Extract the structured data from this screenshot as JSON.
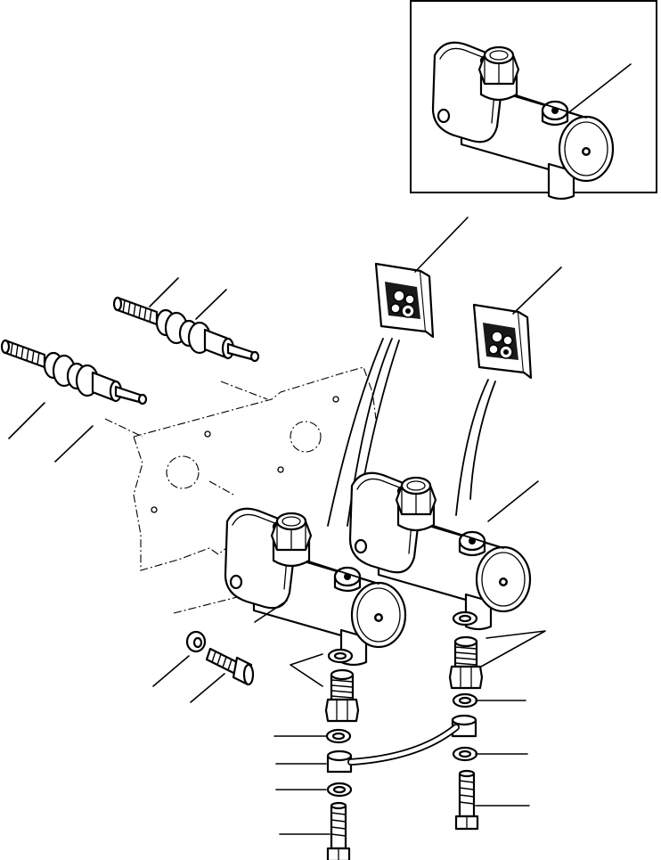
{
  "figure": {
    "kind": "exploded parts diagram",
    "inset_frame": "rectangle",
    "callout_labels": []
  },
  "parts": [
    {
      "id": "inset-master-cylinder",
      "icon": "master-cylinder-icon"
    },
    {
      "id": "master-cylinder-left",
      "icon": "master-cylinder-icon"
    },
    {
      "id": "master-cylinder-right",
      "icon": "master-cylinder-icon"
    },
    {
      "id": "seal-kit-left",
      "icon": "seal-kit-packet-icon"
    },
    {
      "id": "seal-kit-right",
      "icon": "seal-kit-packet-icon"
    },
    {
      "id": "push-rod-upper",
      "icon": "push-rod-icon"
    },
    {
      "id": "push-rod-lower",
      "icon": "push-rod-icon"
    },
    {
      "id": "mounting-washer",
      "icon": "washer-icon"
    },
    {
      "id": "mounting-bolt",
      "icon": "bolt-icon"
    },
    {
      "id": "union-fitting-left",
      "icon": "union-fitting-icon"
    },
    {
      "id": "union-fitting-right",
      "icon": "union-fitting-icon"
    },
    {
      "id": "banjo-pipe",
      "icon": "pipe-icon"
    },
    {
      "id": "banjo-bolt-left",
      "icon": "banjo-bolt-icon"
    },
    {
      "id": "banjo-bolt-right",
      "icon": "banjo-bolt-icon"
    },
    {
      "id": "sealing-washers",
      "icon": "washer-icon"
    }
  ]
}
